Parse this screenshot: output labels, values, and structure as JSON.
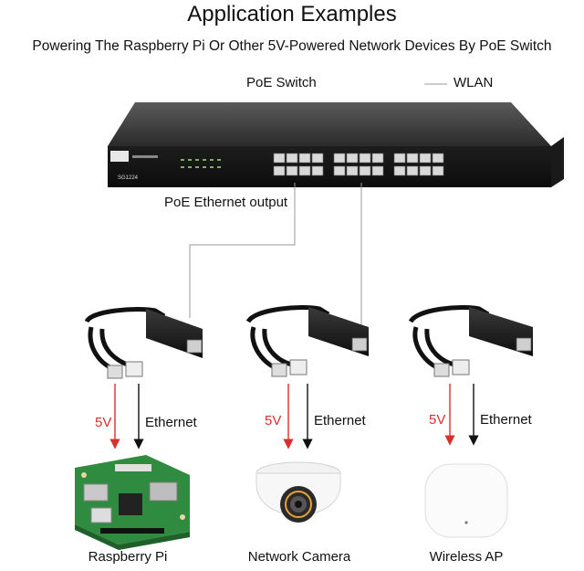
{
  "header": {
    "title": "Application Examples",
    "subtitle": "Powering The Raspberry Pi Or Other 5V-Powered Network Devices By PoE Switch"
  },
  "switch": {
    "label": "PoE Switch",
    "output_label": "PoE Ethernet output",
    "wlan_label": "WLAN",
    "model": "SG1224"
  },
  "branches": [
    {
      "power_label": "5V",
      "data_label": "Ethernet",
      "device": "Raspberry Pi",
      "device_icon": "raspberry-pi-board"
    },
    {
      "power_label": "5V",
      "data_label": "Ethernet",
      "device": "Network Camera",
      "device_icon": "dome-camera"
    },
    {
      "power_label": "5V",
      "data_label": "Ethernet",
      "device": "Wireless AP",
      "device_icon": "access-point"
    }
  ],
  "colors": {
    "power_arrow": "#d9302c",
    "data_arrow": "#111111",
    "connector_line": "#9a9a9a"
  }
}
